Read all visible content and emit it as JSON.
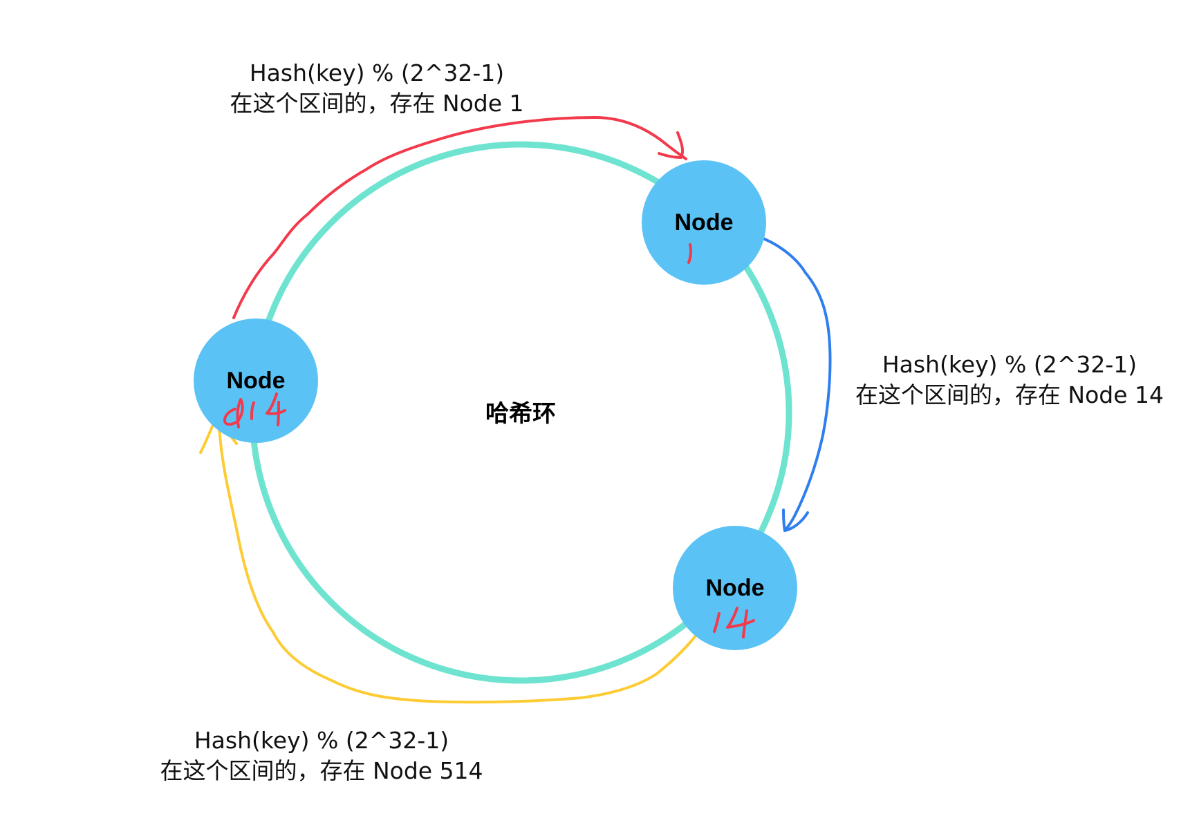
{
  "diagram": {
    "title": "哈希环",
    "colors": {
      "ring": "#6ee3d0",
      "node_fill": "#5bc2f5",
      "node_text": "#000000",
      "red_arrow": "#f23a4c",
      "blue_arrow": "#2f7ef0",
      "yellow_arrow": "#fdcb33",
      "handwritten": "#f23a4c",
      "background": "#ffffff"
    },
    "nodes": [
      {
        "id": "node-1",
        "label": "Node",
        "number": "1"
      },
      {
        "id": "node-14",
        "label": "Node",
        "number": "14"
      },
      {
        "id": "node-514",
        "label": "Node",
        "number": "514"
      }
    ],
    "annotations": [
      {
        "id": "to-node-1",
        "line1": "Hash(key) % (2^32-1)",
        "line2": "在这个区间的，存在 Node 1",
        "arrow_color": "red"
      },
      {
        "id": "to-node-14",
        "line1": "Hash(key) % (2^32-1)",
        "line2": "在这个区间的，存在 Node 14",
        "arrow_color": "blue"
      },
      {
        "id": "to-node-514",
        "line1": "Hash(key) % (2^32-1)",
        "line2": "在这个区间的，存在 Node 514",
        "arrow_color": "yellow"
      }
    ]
  }
}
